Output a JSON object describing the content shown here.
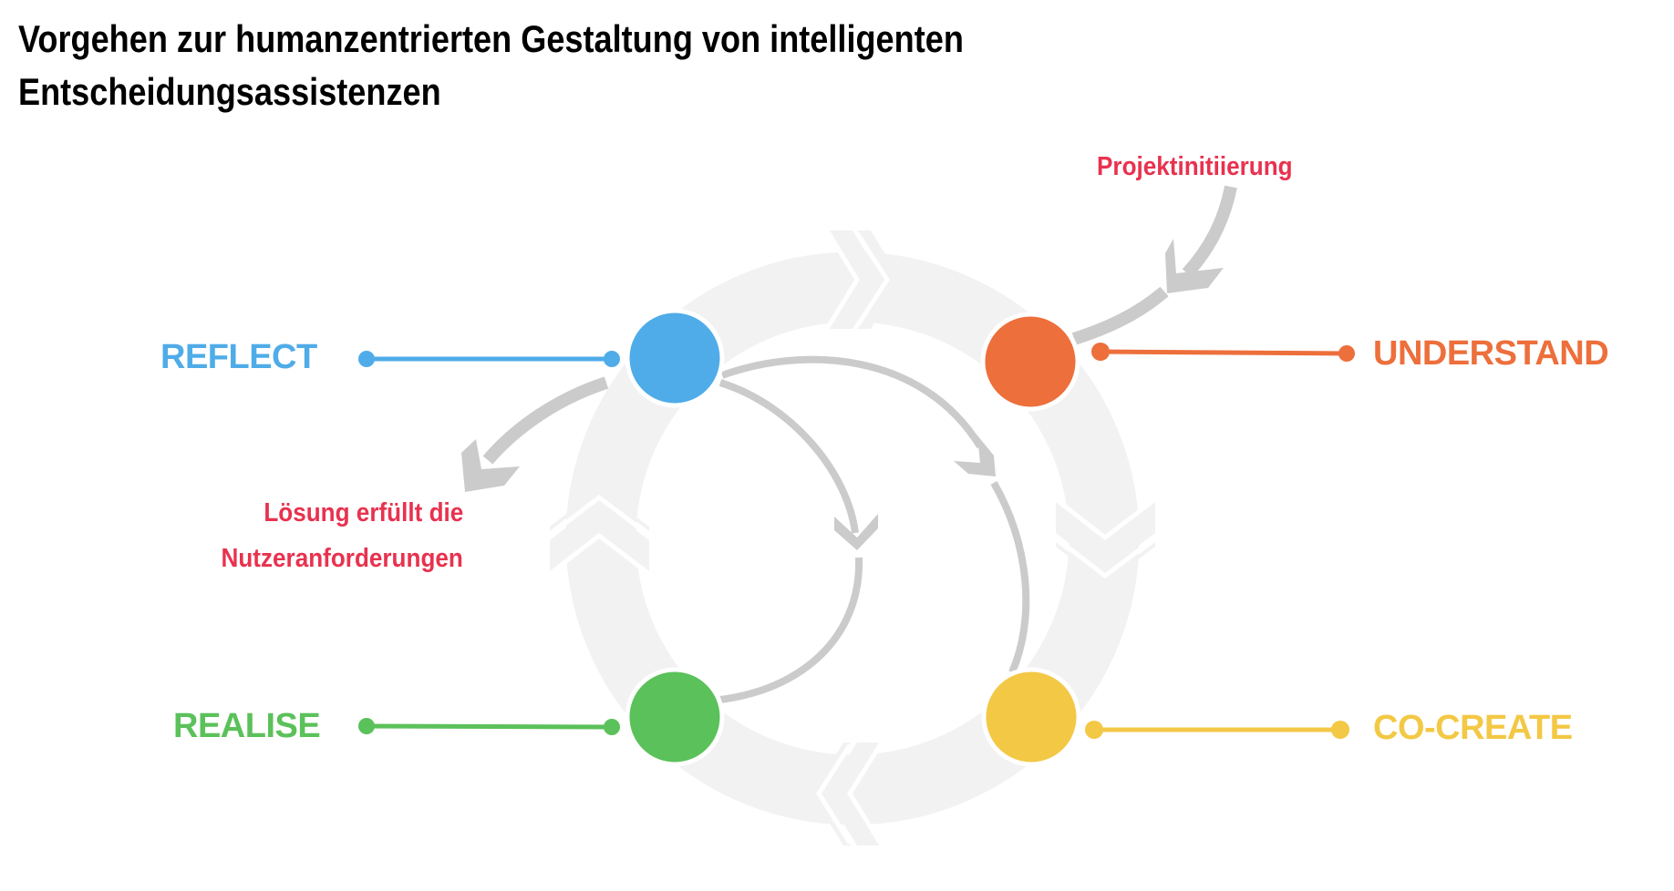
{
  "title": {
    "line1": "Vorgehen zur humanzentrierten Gestaltung von intelligenten",
    "line2": "Entscheidungsassistenzen"
  },
  "stages": [
    {
      "id": "reflect",
      "label": "REFLECT",
      "color": "#4FACE8",
      "position": "top-left"
    },
    {
      "id": "understand",
      "label": "UNDERSTAND",
      "color": "#ED6F3B",
      "position": "top-right"
    },
    {
      "id": "co-create",
      "label": "CO-CREATE",
      "color": "#F3C845",
      "position": "bottom-right"
    },
    {
      "id": "realise",
      "label": "REALISE",
      "color": "#5BC15A",
      "position": "bottom-left"
    }
  ],
  "annotations": {
    "start": "Projektinitiierung",
    "exit_line1": "Lösung erfüllt die",
    "exit_line2": "Nutzeranforderungen",
    "color": "#E8324F"
  },
  "cycle": {
    "direction": "clockwise",
    "ring_color": "#F2F2F2",
    "arrow_color": "#CBCBCB",
    "flow": [
      "understand",
      "co-create",
      "realise",
      "reflect"
    ],
    "iterations": [
      {
        "from": "reflect",
        "to": "realise"
      },
      {
        "from": "reflect",
        "to": "co-create"
      }
    ]
  }
}
